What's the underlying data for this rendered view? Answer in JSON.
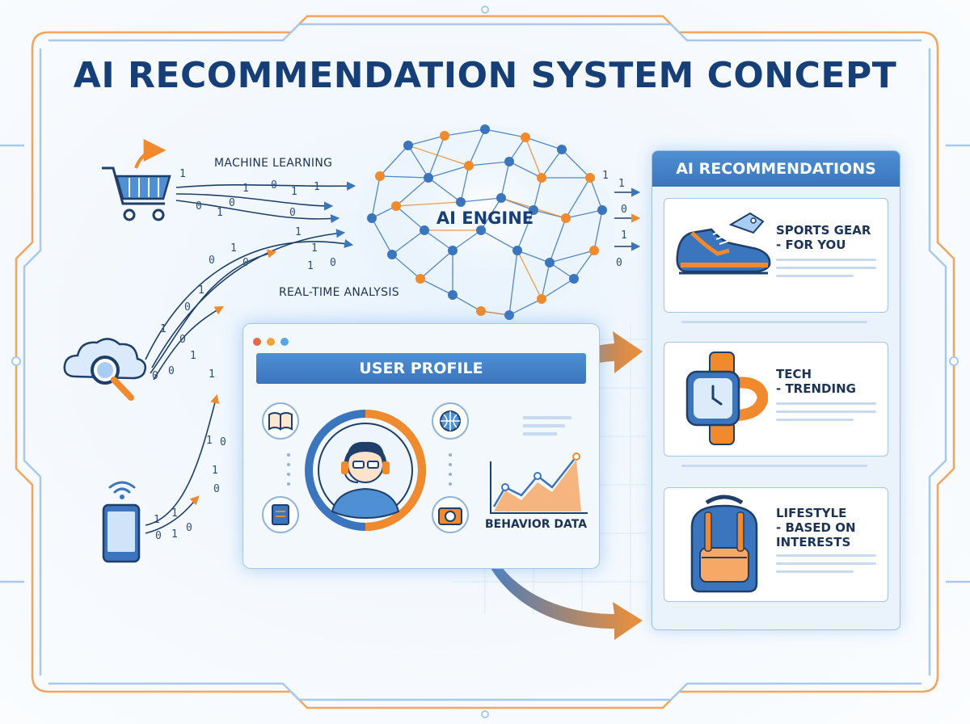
{
  "title": "AI RECOMMENDATION SYSTEM CONCEPT",
  "labels": {
    "machine_learning": "MACHINE LEARNING",
    "real_time_analysis": "REAL-TIME ANALYSIS",
    "ai_engine": "AI ENGINE",
    "behavior_data": "BEHAVIOR DATA"
  },
  "user_profile": {
    "header": "USER PROFILE",
    "icons": [
      "book-icon",
      "globe-icon",
      "notebook-icon",
      "camera-icon",
      "user-avatar-icon",
      "chart-icon"
    ]
  },
  "recommendations": {
    "header": "AI RECOMMENDATIONS",
    "items": [
      {
        "line1": "SPORTS GEAR",
        "line2": "- FOR YOU",
        "icon": "sneaker-icon"
      },
      {
        "line1": "TECH",
        "line2": "- TRENDING",
        "icon": "smartwatch-icon"
      },
      {
        "line1": "LIFESTYLE",
        "line2": "- BASED ON",
        "line3": "INTERESTS",
        "icon": "backpack-icon"
      }
    ]
  },
  "sources": [
    "shopping-cart-icon",
    "cloud-search-icon",
    "smartphone-icon"
  ],
  "binary_bits": [
    "1",
    "0",
    "1",
    "0",
    "1",
    "0",
    "1",
    "0",
    "1",
    "1",
    "0",
    "1",
    "0",
    "1",
    "0",
    "1",
    "0",
    "1",
    "1",
    "0",
    "1",
    "0",
    "0",
    "1",
    "1",
    "0",
    "1",
    "0",
    "1",
    "1",
    "0",
    "1",
    "0",
    "1",
    "0",
    "1",
    "0",
    "1"
  ],
  "colors": {
    "primary_blue": "#3b75bd",
    "dark_navy": "#163f78",
    "accent_orange": "#f08a2c",
    "light_blue": "#eaf3fc"
  }
}
